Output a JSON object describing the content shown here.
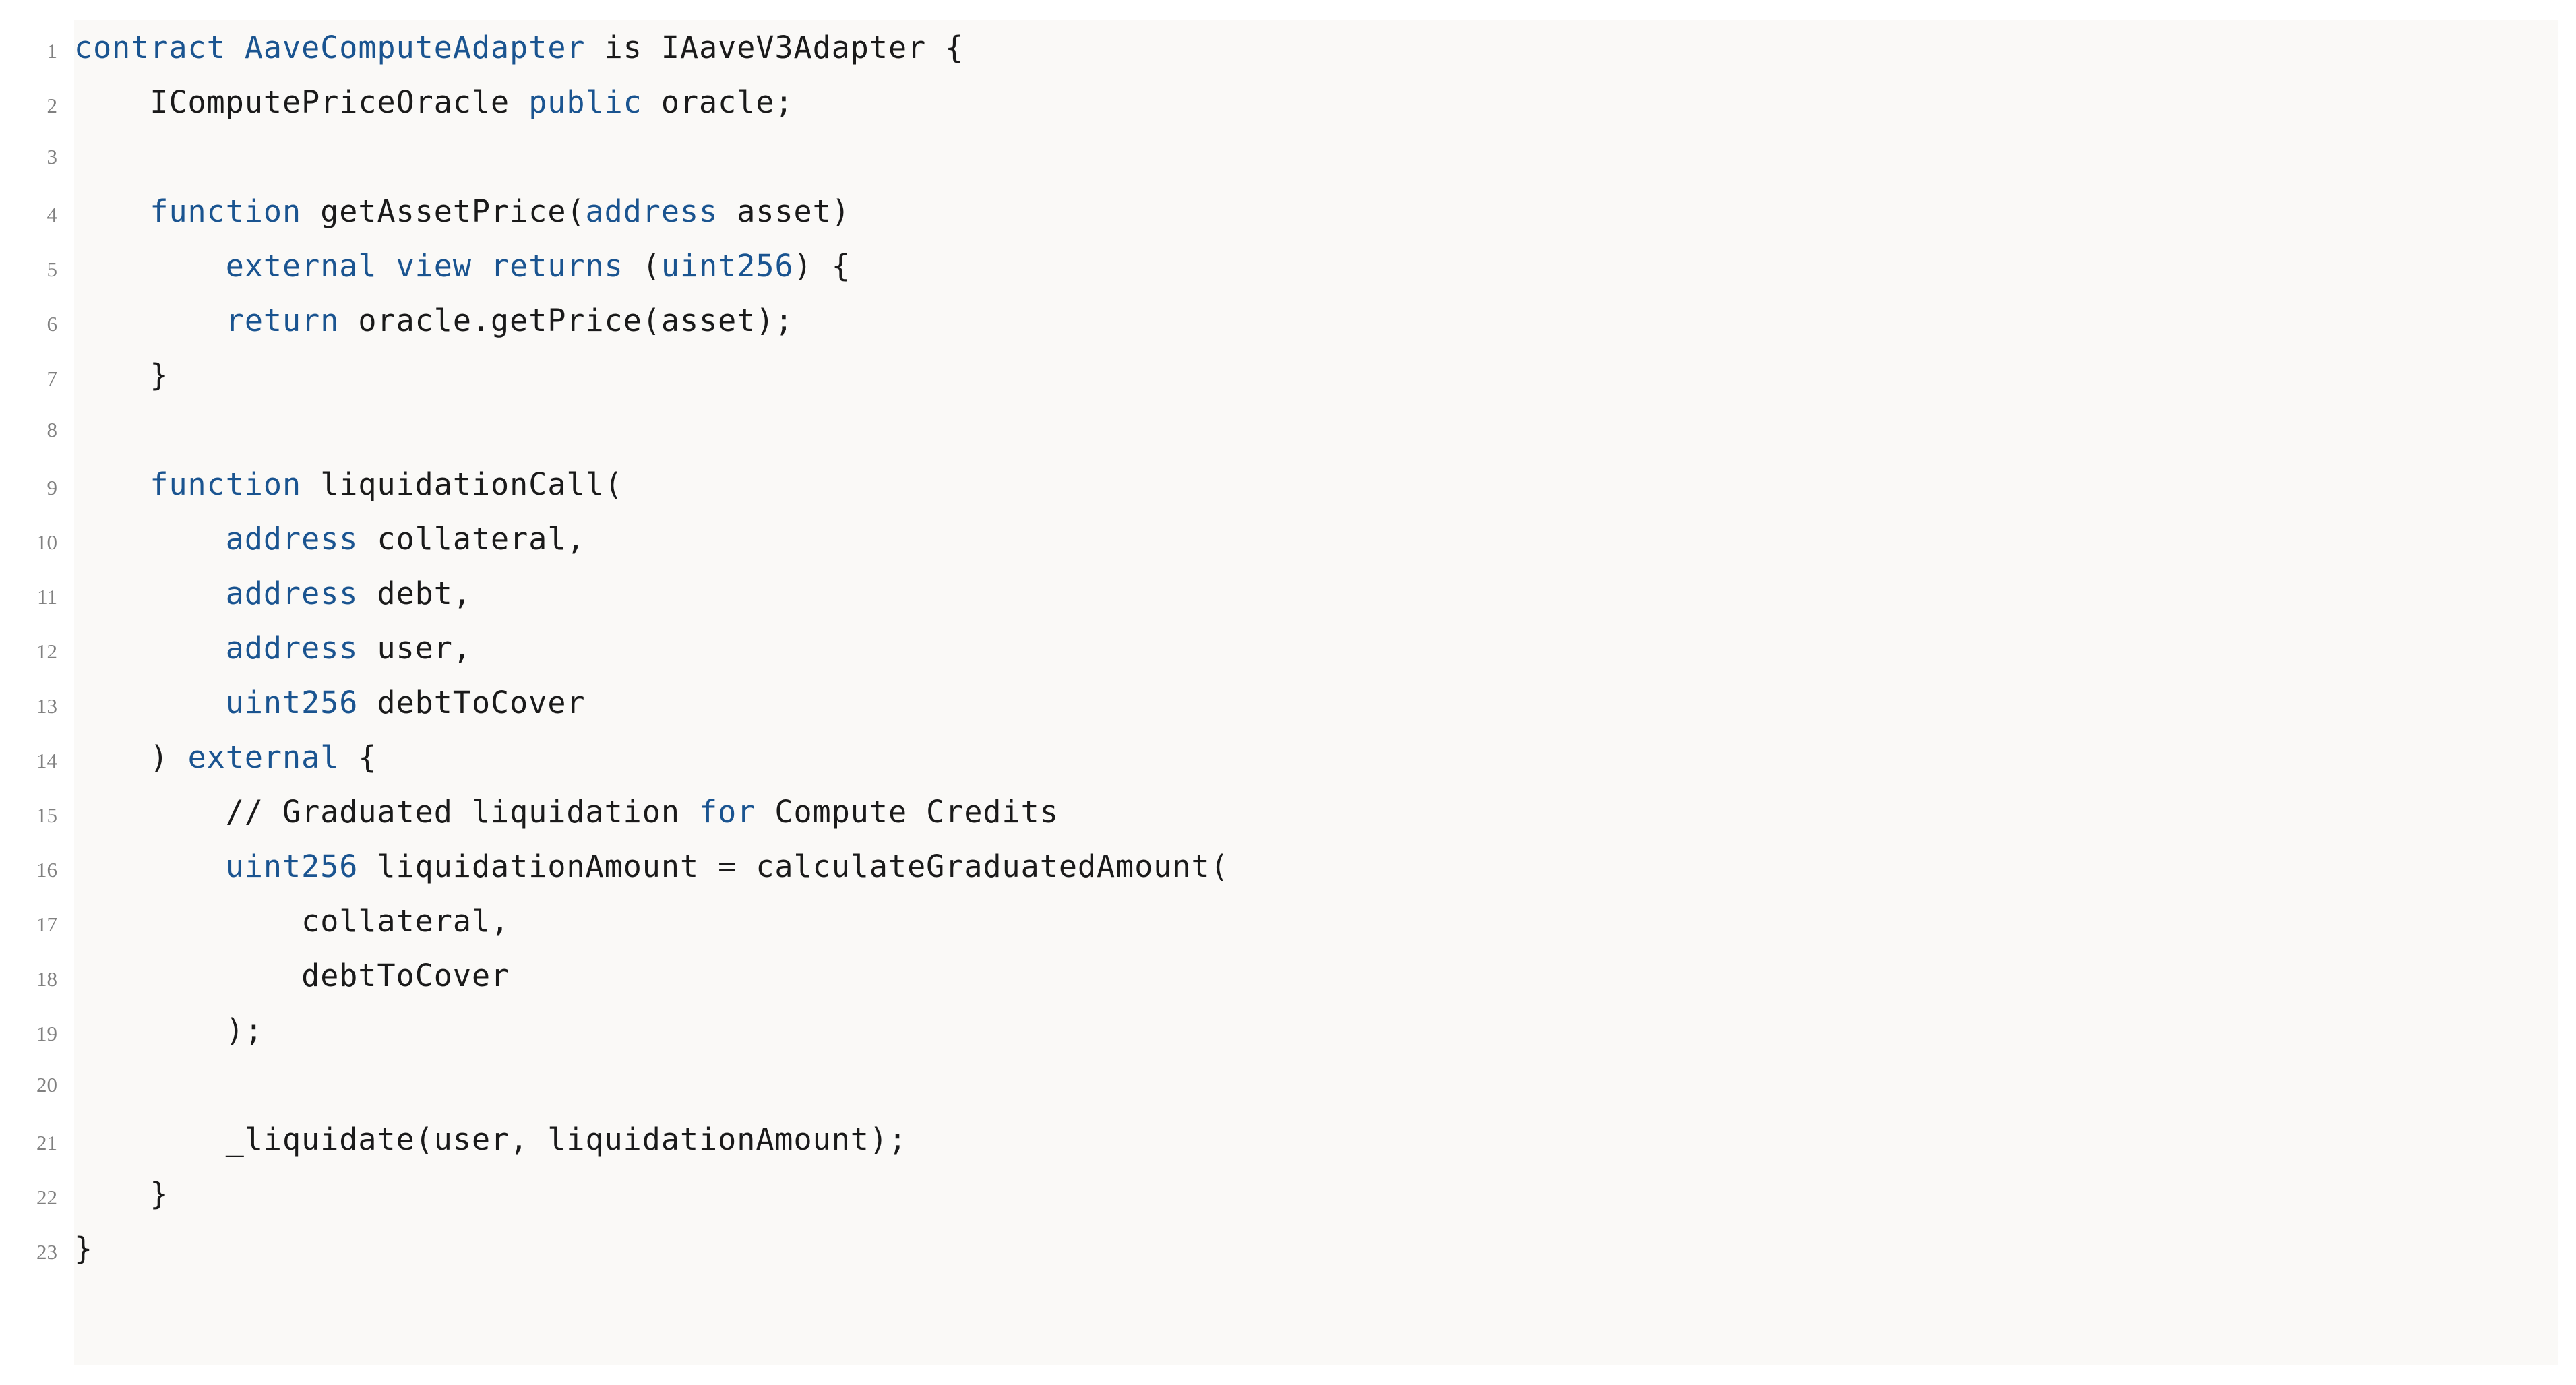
{
  "listing": {
    "language": "solidity",
    "background_color": "#FAF9F7",
    "page_background_color": "#FFFFFF",
    "line_number_color": "#808080",
    "keyword_color": "#1A5490",
    "text_color": "#1A1A1A",
    "first_line_number": 1,
    "last_line_number": 23,
    "lines": [
      {
        "n": "1",
        "tokens": [
          {
            "t": "contract",
            "k": true
          },
          {
            "t": " ",
            "k": false
          },
          {
            "t": "AaveComputeAdapter",
            "k": true
          },
          {
            "t": " is IAaveV3Adapter {",
            "k": false
          }
        ]
      },
      {
        "n": "2",
        "tokens": [
          {
            "t": "    IComputePriceOracle ",
            "k": false
          },
          {
            "t": "public",
            "k": true
          },
          {
            "t": " oracle;",
            "k": false
          }
        ]
      },
      {
        "n": "3",
        "tokens": [
          {
            "t": "",
            "k": false
          }
        ]
      },
      {
        "n": "4",
        "tokens": [
          {
            "t": "    ",
            "k": false
          },
          {
            "t": "function",
            "k": true
          },
          {
            "t": " getAssetPrice(",
            "k": false
          },
          {
            "t": "address",
            "k": true
          },
          {
            "t": " asset)",
            "k": false
          }
        ]
      },
      {
        "n": "5",
        "tokens": [
          {
            "t": "        ",
            "k": false
          },
          {
            "t": "external view returns",
            "k": true
          },
          {
            "t": " (",
            "k": false
          },
          {
            "t": "uint256",
            "k": true
          },
          {
            "t": ") {",
            "k": false
          }
        ]
      },
      {
        "n": "6",
        "tokens": [
          {
            "t": "        ",
            "k": false
          },
          {
            "t": "return",
            "k": true
          },
          {
            "t": " oracle.getPrice(asset);",
            "k": false
          }
        ]
      },
      {
        "n": "7",
        "tokens": [
          {
            "t": "    }",
            "k": false
          }
        ]
      },
      {
        "n": "8",
        "tokens": [
          {
            "t": "",
            "k": false
          }
        ]
      },
      {
        "n": "9",
        "tokens": [
          {
            "t": "    ",
            "k": false
          },
          {
            "t": "function",
            "k": true
          },
          {
            "t": " liquidationCall(",
            "k": false
          }
        ]
      },
      {
        "n": "10",
        "tokens": [
          {
            "t": "        ",
            "k": false
          },
          {
            "t": "address",
            "k": true
          },
          {
            "t": " collateral,",
            "k": false
          }
        ]
      },
      {
        "n": "11",
        "tokens": [
          {
            "t": "        ",
            "k": false
          },
          {
            "t": "address",
            "k": true
          },
          {
            "t": " debt,",
            "k": false
          }
        ]
      },
      {
        "n": "12",
        "tokens": [
          {
            "t": "        ",
            "k": false
          },
          {
            "t": "address",
            "k": true
          },
          {
            "t": " user,",
            "k": false
          }
        ]
      },
      {
        "n": "13",
        "tokens": [
          {
            "t": "        ",
            "k": false
          },
          {
            "t": "uint256",
            "k": true
          },
          {
            "t": " debtToCover",
            "k": false
          }
        ]
      },
      {
        "n": "14",
        "tokens": [
          {
            "t": "    ) ",
            "k": false
          },
          {
            "t": "external",
            "k": true
          },
          {
            "t": " {",
            "k": false
          }
        ]
      },
      {
        "n": "15",
        "tokens": [
          {
            "t": "        // Graduated liquidation ",
            "k": false
          },
          {
            "t": "for",
            "k": true
          },
          {
            "t": " Compute Credits",
            "k": false
          }
        ]
      },
      {
        "n": "16",
        "tokens": [
          {
            "t": "        ",
            "k": false
          },
          {
            "t": "uint256",
            "k": true
          },
          {
            "t": " liquidationAmount = calculateGraduatedAmount(",
            "k": false
          }
        ]
      },
      {
        "n": "17",
        "tokens": [
          {
            "t": "            collateral,",
            "k": false
          }
        ]
      },
      {
        "n": "18",
        "tokens": [
          {
            "t": "            debtToCover",
            "k": false
          }
        ]
      },
      {
        "n": "19",
        "tokens": [
          {
            "t": "        );",
            "k": false
          }
        ]
      },
      {
        "n": "20",
        "tokens": [
          {
            "t": "",
            "k": false
          }
        ]
      },
      {
        "n": "21",
        "tokens": [
          {
            "t": "        _liquidate(user, liquidationAmount);",
            "k": false
          }
        ]
      },
      {
        "n": "22",
        "tokens": [
          {
            "t": "    }",
            "k": false
          }
        ]
      },
      {
        "n": "23",
        "tokens": [
          {
            "t": "}",
            "k": false
          }
        ]
      }
    ]
  }
}
